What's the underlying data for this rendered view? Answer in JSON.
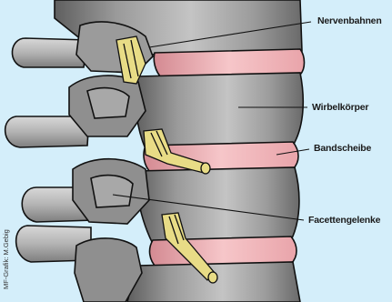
{
  "labels": {
    "nerves": "Nervenbahnen",
    "vertebral_body": "Wirbelkörper",
    "disc": "Bandscheibe",
    "facet_joints": "Facettengelenke"
  },
  "credit": "MF-Grafik: M.Gebig",
  "colors": {
    "background": "#d4eefa",
    "bone": "#8f8f8f",
    "bone_light": "#b9b9b9",
    "bone_dark": "#5e5e5e",
    "disc": "#f1b9bd",
    "nerve": "#e8dc86",
    "outline": "#111111"
  }
}
